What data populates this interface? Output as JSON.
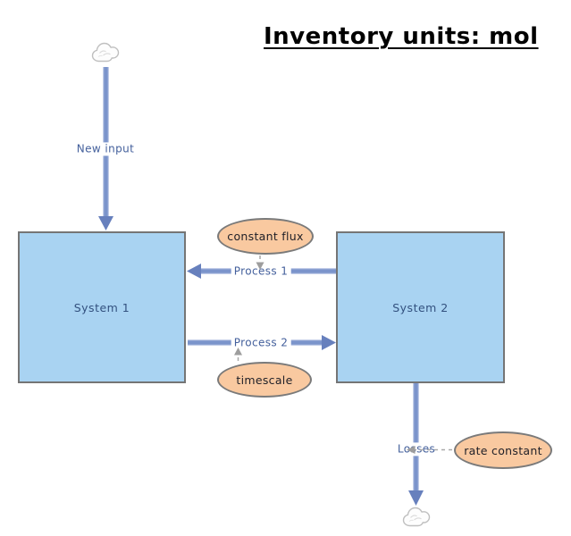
{
  "title": "Inventory units: mol",
  "diagram": {
    "systems": [
      {
        "label": "System 1"
      },
      {
        "label": "System 2"
      }
    ],
    "flows": [
      {
        "label": "New input"
      },
      {
        "label": "Process 1"
      },
      {
        "label": "Process 2"
      },
      {
        "label": "Losses"
      }
    ],
    "parameters": [
      {
        "label": "constant flux"
      },
      {
        "label": "timescale"
      },
      {
        "label": "rate constant"
      }
    ],
    "icons": {
      "source": "cloud-source-icon",
      "sink": "cloud-sink-icon"
    },
    "colors": {
      "system_fill": "#a9d3f2",
      "system_border": "#757575",
      "parameter_fill": "#f9c9a0",
      "parameter_border": "#7a7a7a",
      "flow_line": "#7b94cb",
      "flow_arrowhead": "#6780bd",
      "flow_label_text": "#44609c",
      "system_label_text": "#33517f",
      "parameter_label_text": "#1f1f27",
      "connector_dash": "#a9a9a9",
      "title_text": "#000000",
      "cloud_outline": "#bfbfbf"
    }
  }
}
